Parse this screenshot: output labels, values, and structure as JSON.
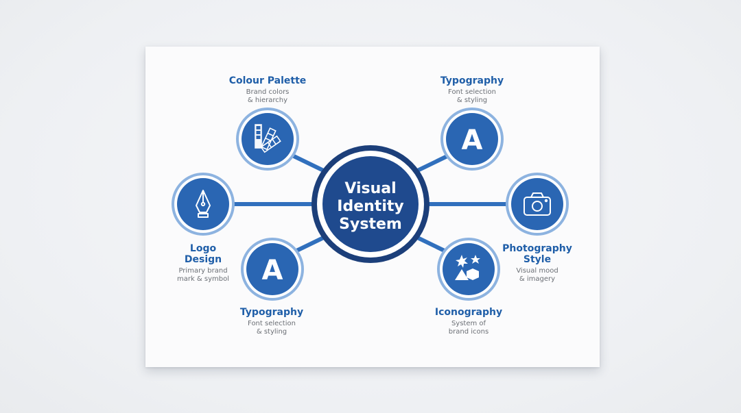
{
  "center": {
    "line1": "Visual",
    "line2": "Identity",
    "line3": "System"
  },
  "nodes": {
    "colour_palette": {
      "title": "Colour Palette",
      "desc1": "Brand colors",
      "desc2": "& hierarchy",
      "icon": "palette-swatch-icon"
    },
    "typography_top": {
      "title": "Typography",
      "desc1": "Font selection",
      "desc2": "& styling",
      "icon": "letter-a-icon",
      "glyph": "A"
    },
    "logo_design": {
      "title1": "Logo",
      "title2": "Design",
      "desc1": "Primary brand",
      "desc2": "mark & symbol",
      "icon": "pen-nib-icon"
    },
    "photography": {
      "title1": "Photography",
      "title2": "Style",
      "desc1": "Visual mood",
      "desc2": "& imagery",
      "icon": "camera-icon"
    },
    "typography_bottom": {
      "title": "Typography",
      "desc1": "Font selection",
      "desc2": "& styling",
      "icon": "letter-a-icon",
      "glyph": "A"
    },
    "iconography": {
      "title": "Iconography",
      "desc1": "System of",
      "desc2": "brand icons",
      "icon": "shapes-icon"
    }
  },
  "colors": {
    "primary": "#2a66b3",
    "dark": "#1c3f7a",
    "ring_light": "#8db3e0",
    "connector": "#3170bd",
    "label": "#1f5ea8",
    "desc": "#6b6f75"
  }
}
